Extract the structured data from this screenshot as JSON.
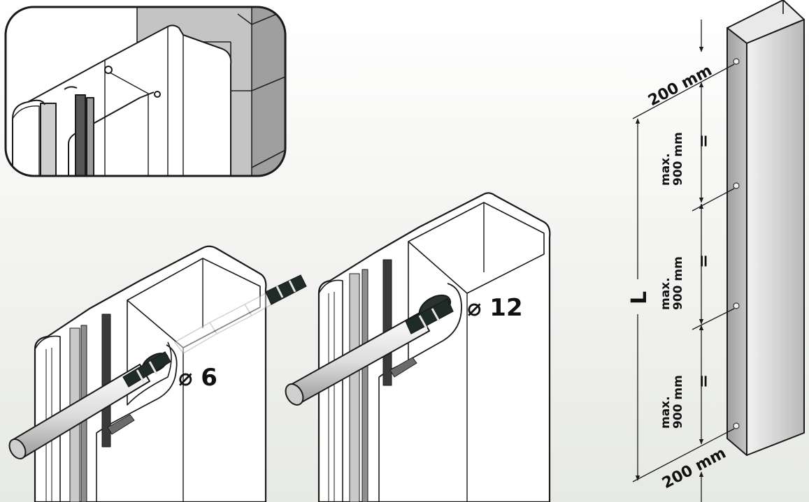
{
  "labels": {
    "drill_small": "⌀ 6",
    "drill_large": "⌀ 12",
    "top_offset": "200 mm",
    "bottom_offset": "200 mm",
    "total_length": "L",
    "spacing": [
      {
        "line1": "max.",
        "line2": "900 mm"
      },
      {
        "line1": "max.",
        "line2": "900 mm"
      },
      {
        "line1": "max.",
        "line2": "900 mm"
      }
    ],
    "equal_sign": "="
  },
  "colors": {
    "outline": "#1a1a1a",
    "profile_fill": "#ffffff",
    "wall_gray": "#bdbdbd",
    "post_gray": "#cfcfcf",
    "drill_bit": "#1f2b26",
    "background_top": "#ffffff",
    "background_bottom": "#e9ebe7"
  }
}
